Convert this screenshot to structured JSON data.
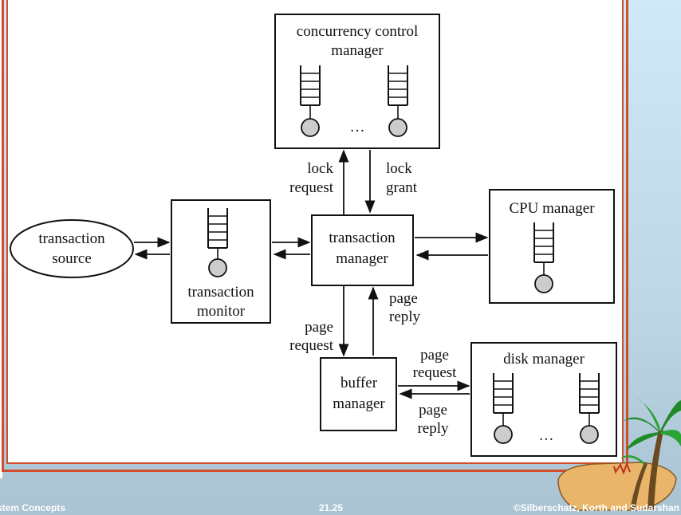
{
  "diagram": {
    "concurrency_manager": {
      "line1": "concurrency control",
      "line2": "manager",
      "ellipsis": "…"
    },
    "lock_request": {
      "line1": "lock",
      "line2": "request"
    },
    "lock_grant": {
      "line1": "lock",
      "line2": "grant"
    },
    "cpu_manager": {
      "label": "CPU manager"
    },
    "transaction_source": {
      "line1": "transaction",
      "line2": "source"
    },
    "transaction_monitor": {
      "line1": "transaction",
      "line2": "monitor"
    },
    "transaction_manager": {
      "line1": "transaction",
      "line2": "manager"
    },
    "page_request_left": {
      "line1": "page",
      "line2": "request"
    },
    "page_reply_top": {
      "line1": "page",
      "line2": "reply"
    },
    "buffer_manager": {
      "line1": "buffer",
      "line2": "manager"
    },
    "page_request_right": {
      "line1": "page",
      "line2": "request"
    },
    "page_reply_bottom": {
      "line1": "page",
      "line2": "reply"
    },
    "disk_manager": {
      "label": "disk manager",
      "ellipsis": "…"
    }
  },
  "footer": {
    "left": "stem Concepts",
    "center": "21.25",
    "right": "©Silberschatz, Korth and Sudarshan"
  },
  "colors": {
    "frame": "#d14d2e",
    "background_top": "#cfe9f8",
    "background_bottom": "#a9c3d2"
  }
}
